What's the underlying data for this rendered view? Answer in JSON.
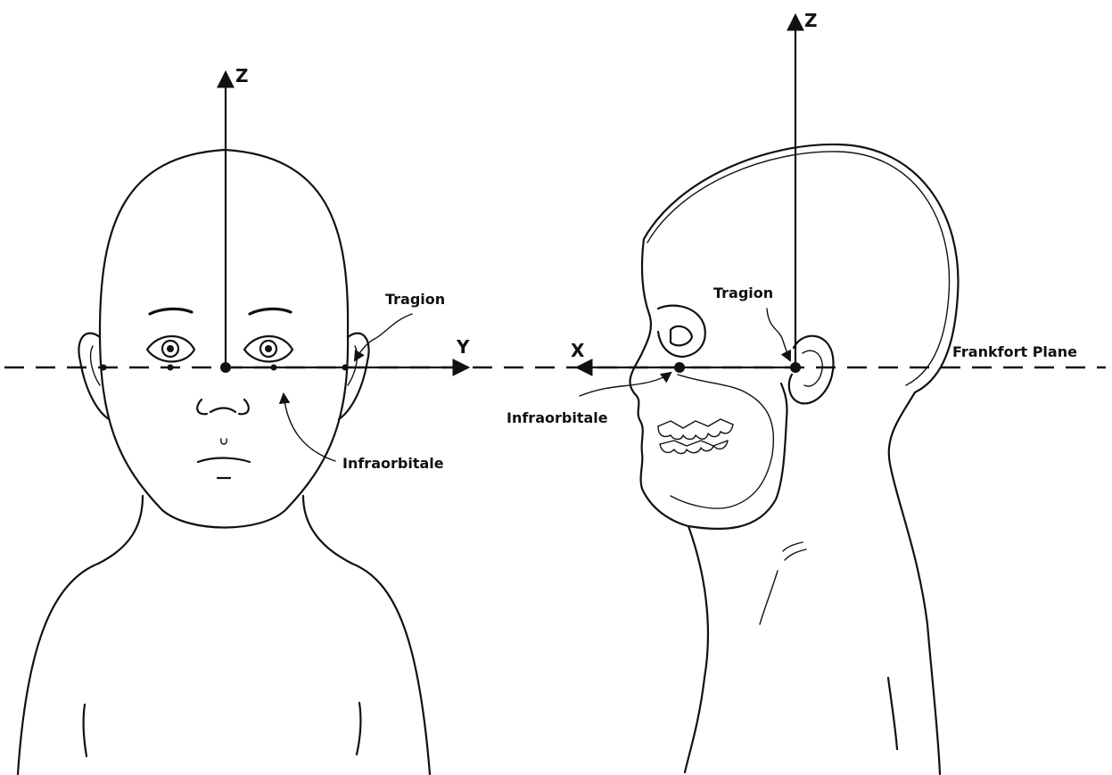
{
  "front_view": {
    "axis_z_label": "Z",
    "axis_y_label": "Y",
    "tragion_label": "Tragion",
    "infraorbitale_label": "Infraorbitale"
  },
  "side_view": {
    "axis_z_label": "Z",
    "axis_x_label": "X",
    "tragion_label": "Tragion",
    "infraorbitale_label": "Infraorbitale",
    "plane_label": "Frankfort Plane"
  }
}
